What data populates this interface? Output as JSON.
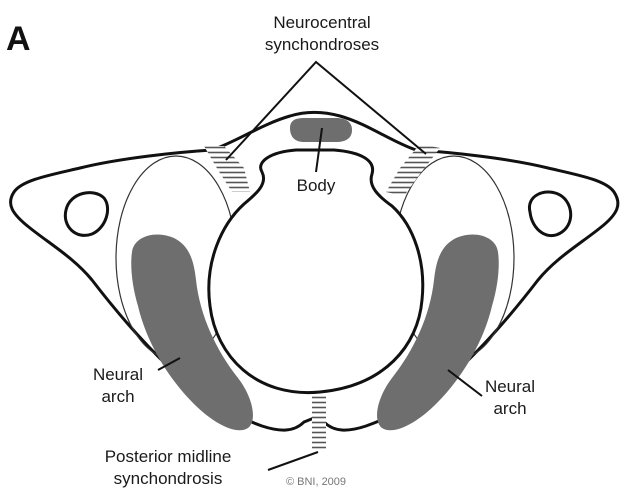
{
  "figure": {
    "panel_letter": "A",
    "labels": {
      "neurocentral_line1": "Neurocentral",
      "neurocentral_line2": "synchondroses",
      "body": "Body",
      "neural_arch_left_line1": "Neural",
      "neural_arch_left_line2": "arch",
      "neural_arch_right_line1": "Neural",
      "neural_arch_right_line2": "arch",
      "posterior_line1": "Posterior midline",
      "posterior_line2": "synchondrosis"
    },
    "credit": "© BNI, 2009"
  },
  "colors": {
    "outline": "#111111",
    "ossification": "#6e6e6e",
    "background": "#ffffff"
  }
}
